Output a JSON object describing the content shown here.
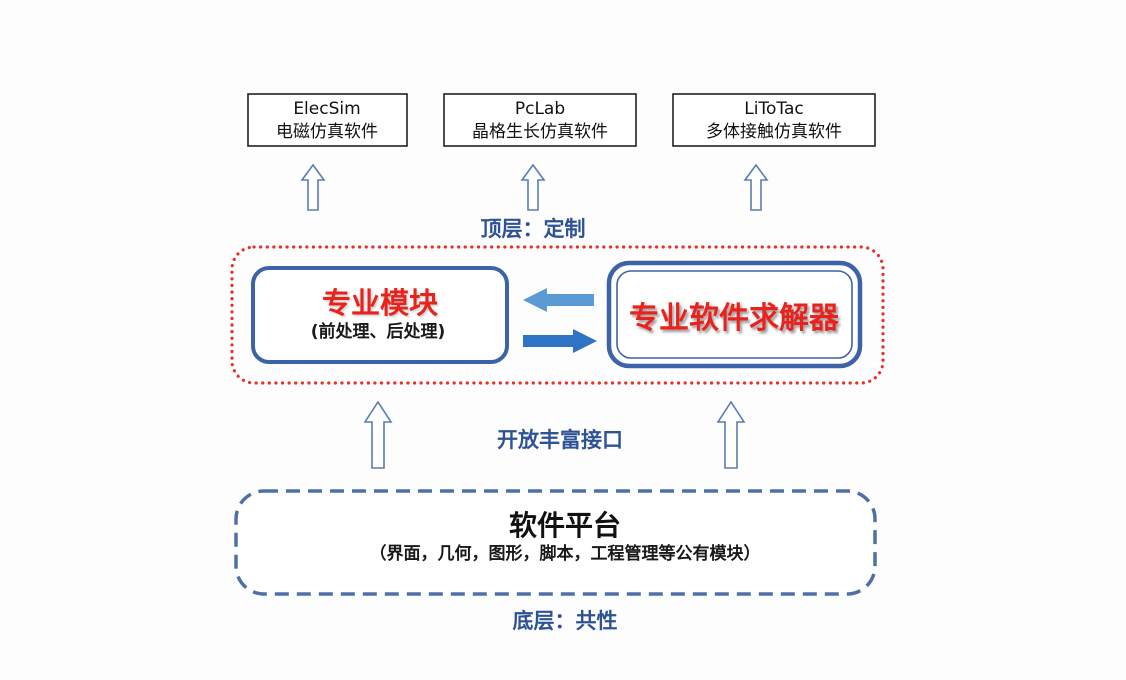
{
  "top_apps": [
    {
      "name": "ElecSim",
      "desc": "电磁仿真软件"
    },
    {
      "name": "PcLab",
      "desc": "晶格生长仿真软件"
    },
    {
      "name": "LiToTac",
      "desc": "多体接触仿真软件"
    }
  ],
  "labels": {
    "top_layer": "顶层：定制",
    "interface": "开放丰富接口",
    "bottom_layer": "底层：共性"
  },
  "middle": {
    "module_title": "专业模块",
    "module_subtitle": "(前处理、后处理)",
    "solver_title": "专业软件求解器"
  },
  "platform": {
    "title": "软件平台",
    "subtitle": "（界面，几何，图形，脚本，工程管理等公有模块）"
  },
  "colors": {
    "label_blue": "#2e5395",
    "title_red": "#e8201c",
    "dotted_red": "#e3342a",
    "box_border": "#3c63a8",
    "dashed_blue": "#4f70a6",
    "hollow_arrow": "#5b7db3",
    "arrow_light": "#5b9bd5",
    "arrow_dark": "#2f74c4",
    "top_box_border": "#222222"
  }
}
